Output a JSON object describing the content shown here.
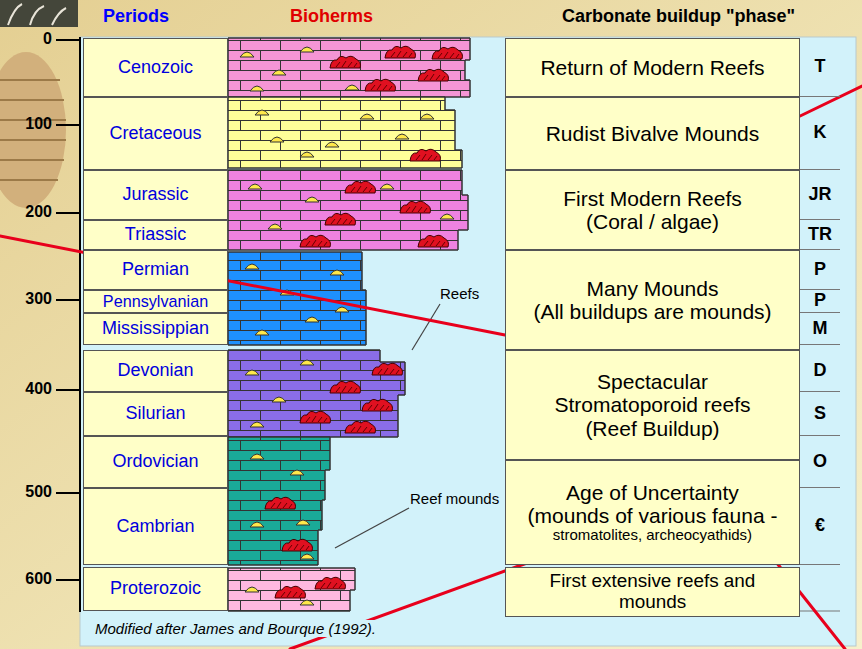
{
  "diagram": {
    "caption": "Modified after James and Bourque (1992).",
    "nodes": [
      {
        "text": [
          "Cenozoic"
        ]
      },
      {
        "text": [
          "Cretaceous"
        ]
      },
      {
        "text": [
          "Jurassic"
        ]
      },
      {
        "text": [
          "Triassic"
        ]
      },
      {
        "text": [
          "Permian"
        ]
      },
      {
        "text": [
          "Pennsylvanian"
        ]
      },
      {
        "text": [
          "Mississippian"
        ]
      },
      {
        "text": [
          "Devonian"
        ]
      },
      {
        "text": [
          "Silurian"
        ]
      },
      {
        "text": [
          "Ordovician"
        ]
      },
      {
        "text": [
          "Cambrian"
        ]
      },
      {
        "text": [
          "Proterozoic"
        ]
      },
      {
        "text": [
          "Return of Modern Reefs"
        ]
      },
      {
        "text": [
          "Rudist Bivalve Mounds"
        ]
      },
      {
        "text": [
          "First Modern Reefs",
          "(Coral / algae)"
        ]
      },
      {
        "text": [
          "Many Mounds",
          "(All buildups are mounds)"
        ]
      },
      {
        "text": [
          "Spectacular Stromatoporoid reefs",
          "(Reef Buildup)"
        ]
      },
      {
        "text": [
          "Age of Uncertainty",
          "(mounds of various fauna -",
          "stromatolites, archeocyathids)"
        ]
      },
      {
        "text": [
          "First extensive reefs and mounds"
        ]
      },
      {
        "text": [
          "T"
        ]
      },
      {
        "text": [
          "K"
        ]
      },
      {
        "text": [
          "JR"
        ]
      },
      {
        "text": [
          "TR"
        ]
      },
      {
        "text": [
          "P"
        ]
      },
      {
        "text": [
          "P"
        ]
      },
      {
        "text": [
          "M"
        ]
      },
      {
        "text": [
          "D"
        ]
      },
      {
        "text": [
          "S"
        ]
      },
      {
        "text": [
          "O"
        ]
      },
      {
        "text": [
          "€"
        ]
      }
    ],
    "labels": [
      "Periods",
      "Bioherms",
      "Carbonate buildup \"phase\"",
      "0",
      "100",
      "200",
      "300",
      "400",
      "500",
      "600",
      "Reefs",
      "Reef mounds"
    ]
  }
}
